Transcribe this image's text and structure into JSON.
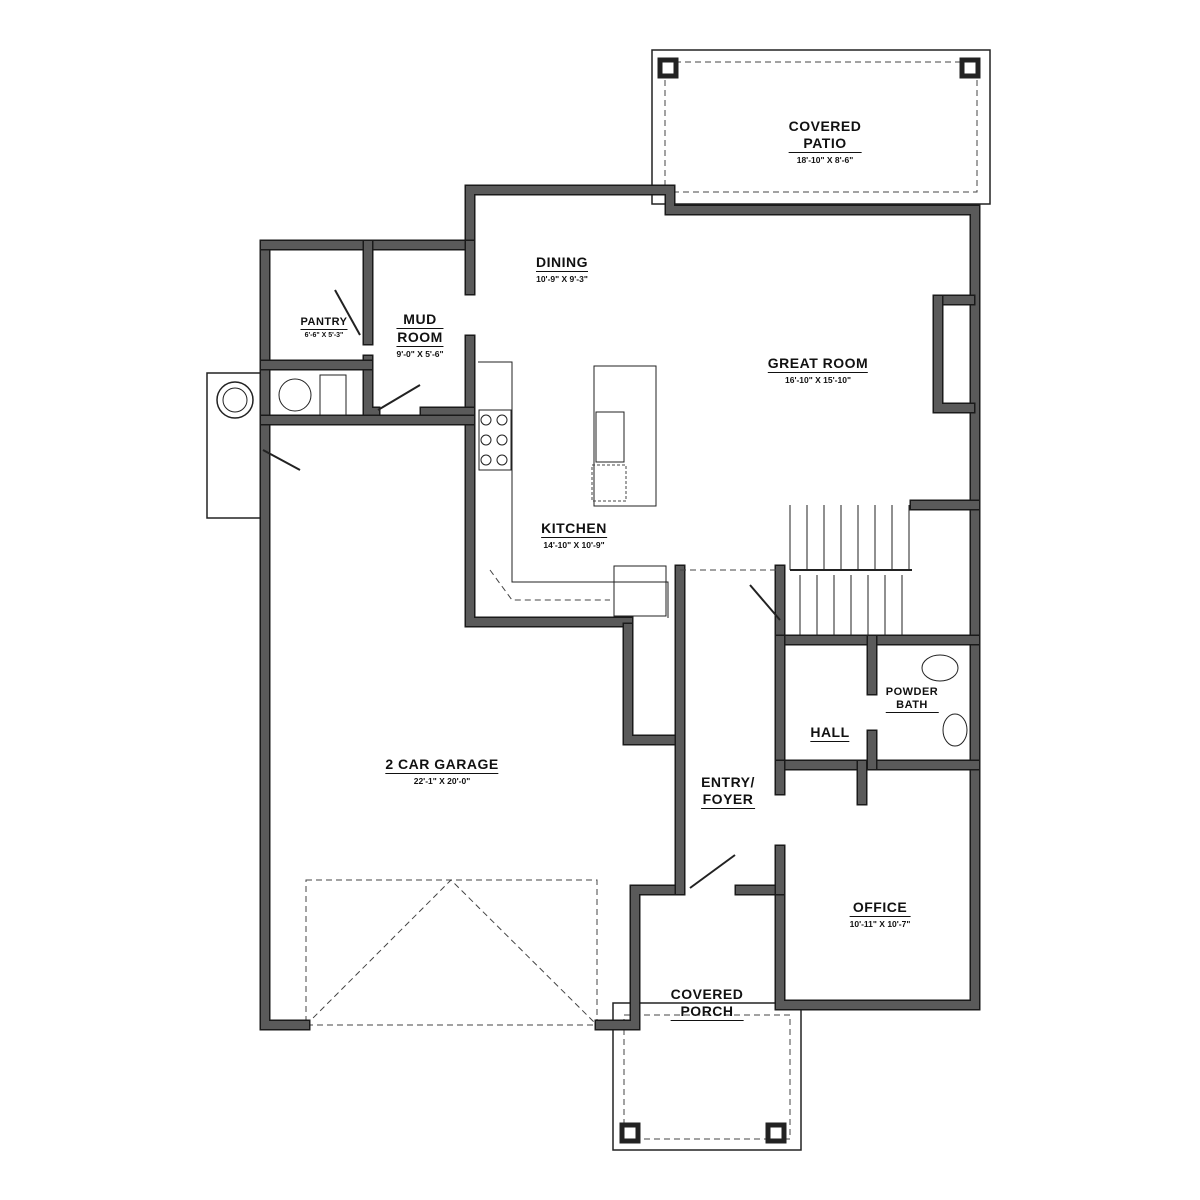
{
  "colors": {
    "wall": "#5a5a5a",
    "outline": "#1a1a1a",
    "dashed": "#444444"
  },
  "rooms": [
    {
      "id": "covered-patio",
      "name": [
        "COVERED",
        "PATIO"
      ],
      "dims": "18'-10\" X 8'-6\""
    },
    {
      "id": "dining",
      "name": [
        "DINING"
      ],
      "dims": "10'-9\" X 9'-3\""
    },
    {
      "id": "pantry",
      "name": [
        "PANTRY"
      ],
      "dims": "6'-6\" X 5'-3\""
    },
    {
      "id": "mud-room",
      "name": [
        "MUD",
        "ROOM"
      ],
      "dims": "9'-0\" X 5'-6\""
    },
    {
      "id": "great-room",
      "name": [
        "GREAT ROOM"
      ],
      "dims": "16'-10\" X 15'-10\""
    },
    {
      "id": "kitchen",
      "name": [
        "KITCHEN"
      ],
      "dims": "14'-10\" X 10'-9\""
    },
    {
      "id": "powder-bath",
      "name": [
        "POWDER",
        "BATH"
      ],
      "dims": ""
    },
    {
      "id": "hall",
      "name": [
        "HALL"
      ],
      "dims": ""
    },
    {
      "id": "garage",
      "name": [
        "2 CAR GARAGE"
      ],
      "dims": "22'-1\" X 20'-0\""
    },
    {
      "id": "entry-foyer",
      "name": [
        "ENTRY/",
        "FOYER"
      ],
      "dims": ""
    },
    {
      "id": "office",
      "name": [
        "OFFICE"
      ],
      "dims": "10'-11\" X 10'-7\""
    },
    {
      "id": "covered-porch",
      "name": [
        "COVERED",
        "PORCH"
      ],
      "dims": ""
    }
  ]
}
